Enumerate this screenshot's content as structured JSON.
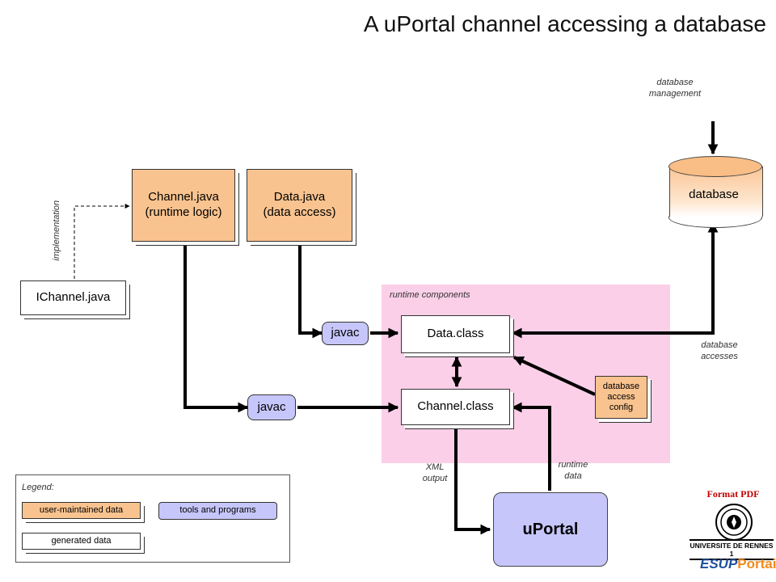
{
  "title": "A uPortal channel accessing a database",
  "nodes": {
    "channel_java": [
      "Channel.java",
      "(runtime logic)"
    ],
    "data_java": [
      "Data.java",
      "(data access)"
    ],
    "ichannel_java": "IChannel.java",
    "javac_top": "javac",
    "javac_bottom": "javac",
    "data_class": "Data.class",
    "channel_class": "Channel.class",
    "db_access_config": [
      "database",
      "access",
      "config"
    ],
    "database": "database",
    "uportal": "uPortal"
  },
  "labels": {
    "implementation": "implementation",
    "runtime_components": "runtime  components",
    "database_management": [
      "database",
      "management"
    ],
    "database_accesses": [
      "database",
      "accesses"
    ],
    "xml_output": [
      "XML",
      "output"
    ],
    "runtime_data": [
      "runtime",
      "data"
    ]
  },
  "legend": {
    "title": "Legend:",
    "user_maintained": "user-maintained  data",
    "tools": "tools and programs",
    "generated": "generated data"
  },
  "branding": {
    "format_pdf": "Format PDF",
    "university": "UNIVERSITE DE RENNES 1",
    "esup_prefix": "ESUP",
    "esup_suffix": "Portail"
  },
  "colors": {
    "user_maintained": "#f9c38f",
    "tools": "#c6c6fb",
    "runtime_area": "#fbcfe8",
    "format_pdf": "#c00000",
    "esup_blue": "#1e4f9c",
    "esup_orange": "#f28c1b"
  }
}
